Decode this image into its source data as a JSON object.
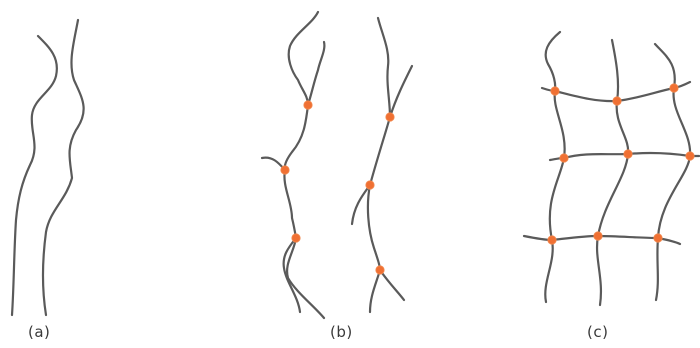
{
  "labels": {
    "a": "(a)",
    "b": "(b)",
    "c": "(c)"
  },
  "colors": {
    "chain": "#5a5a5a",
    "crosslink": "#f07033",
    "background": "#ffffff"
  }
}
